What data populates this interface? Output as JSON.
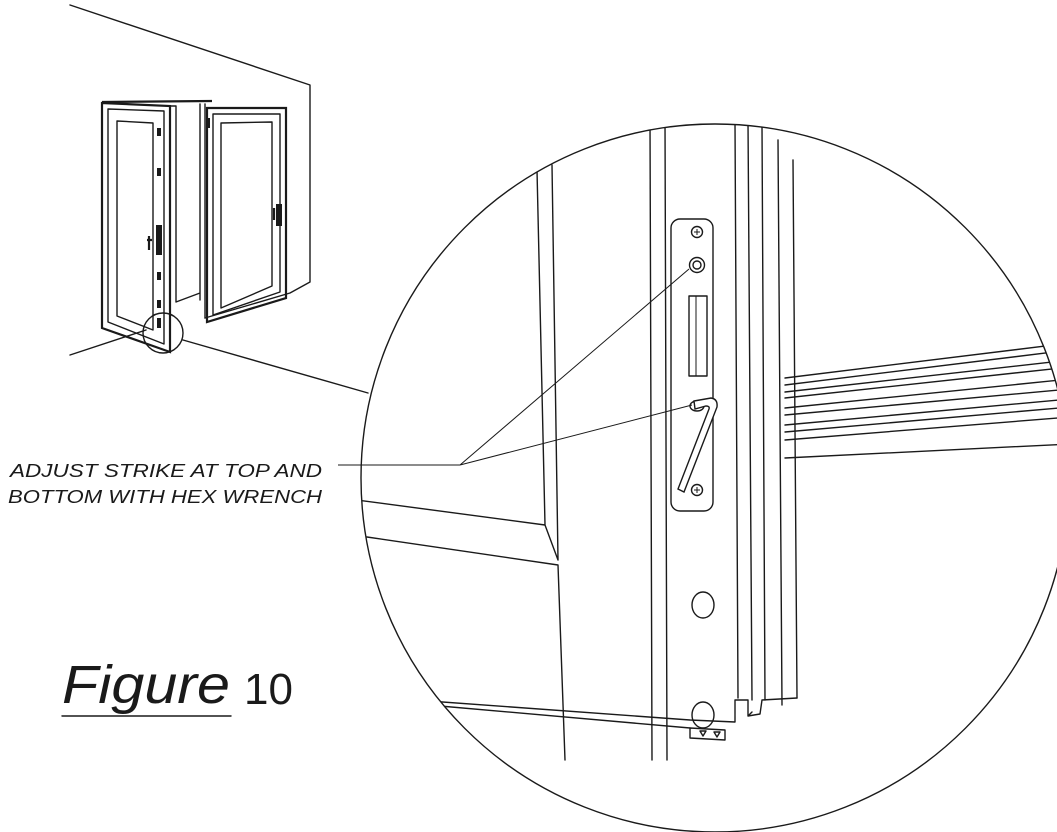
{
  "callout": {
    "line1": "ADJUST STRIKE AT TOP AND",
    "line2": "BOTTOM WITH HEX WRENCH"
  },
  "figure": {
    "label": "Figure",
    "number": "10"
  },
  "colors": {
    "line": "#1a1a1a",
    "background": "#ffffff"
  }
}
